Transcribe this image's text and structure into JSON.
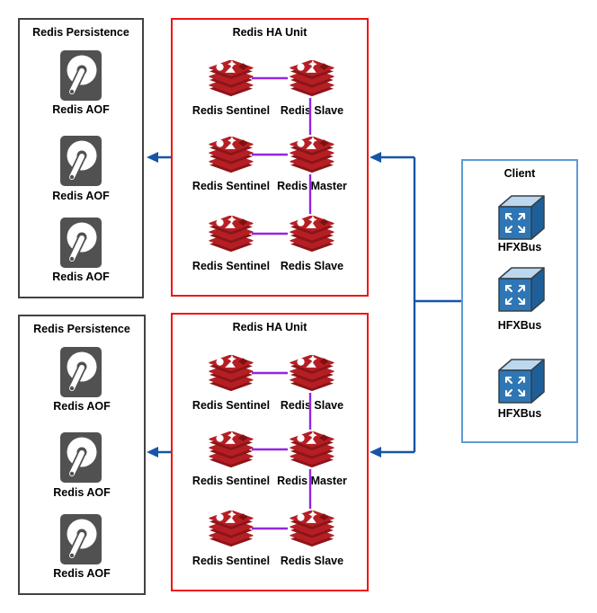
{
  "diagram": {
    "persistence_units": [
      {
        "title": "Redis Persistence",
        "items": [
          {
            "label": "Redis AOF"
          },
          {
            "label": "Redis AOF"
          },
          {
            "label": "Redis AOF"
          }
        ]
      },
      {
        "title": "Redis Persistence",
        "items": [
          {
            "label": "Redis AOF"
          },
          {
            "label": "Redis AOF"
          },
          {
            "label": "Redis AOF"
          }
        ]
      }
    ],
    "ha_units": [
      {
        "title": "Redis HA Unit",
        "rows": [
          {
            "left": "Redis Sentinel",
            "right": "Redis Slave"
          },
          {
            "left": "Redis Sentinel",
            "right": "Redis Master"
          },
          {
            "left": "Redis Sentinel",
            "right": "Redis Slave"
          }
        ]
      },
      {
        "title": "Redis HA Unit",
        "rows": [
          {
            "left": "Redis Sentinel",
            "right": "Redis Slave"
          },
          {
            "left": "Redis Sentinel",
            "right": "Redis Master"
          },
          {
            "left": "Redis Sentinel",
            "right": "Redis Slave"
          }
        ]
      }
    ],
    "client": {
      "title": "Client",
      "items": [
        {
          "label": "HFXBus"
        },
        {
          "label": "HFXBus"
        },
        {
          "label": "HFXBus"
        }
      ]
    },
    "colors": {
      "persistence_border": "#424242",
      "ha_border": "#F21313",
      "client_border": "#5D9BD5",
      "connector_blue": "#1656A5",
      "connector_purple": "#9326E0",
      "redis_red": "#B51F24",
      "redis_dark_red": "#8C1418",
      "disk_gray": "#515151",
      "cube_front": "#2E76B5",
      "cube_top": "#BDD7EE",
      "cube_side": "#1F5F99"
    }
  }
}
